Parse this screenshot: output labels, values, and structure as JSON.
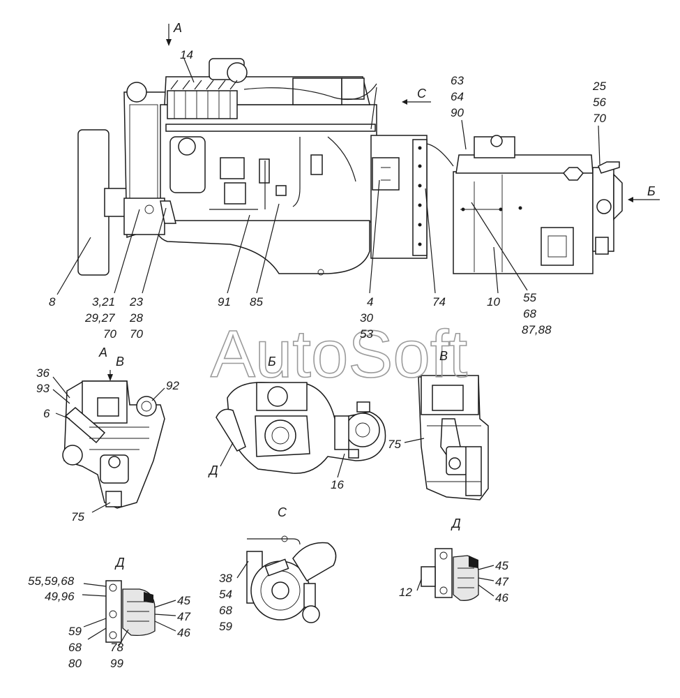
{
  "watermark": "AutoSoft",
  "views": {
    "A_top": "A",
    "C_top": "C",
    "B_top": "Б",
    "A_detail": "A",
    "V_detail_arrow": "B",
    "B_detail": "Б",
    "V_detail": "B",
    "D_in_B": "Д",
    "C_detail": "C",
    "D_left": "Д",
    "D_right": "Д"
  },
  "callouts": {
    "c14": "14",
    "c63": "63",
    "c64": "64",
    "c90": "90",
    "c25": "25",
    "c56": "56",
    "c70a": "70",
    "c8": "8",
    "c3_21": "3,21",
    "c29_27": "29,27",
    "c70b": "70",
    "c23": "23",
    "c28": "28",
    "c70c": "70",
    "c91": "91",
    "c85": "85",
    "c4": "4",
    "c30": "30",
    "c53": "53",
    "c74": "74",
    "c10": "10",
    "c55": "55",
    "c68a": "68",
    "c87_88": "87,88",
    "c36": "36",
    "c93": "93",
    "c6": "6",
    "c92": "92",
    "c75a": "75",
    "c16": "16",
    "c75b": "75",
    "c38": "38",
    "c54": "54",
    "c68b": "68",
    "c59a": "59",
    "c55_59_68": "55,59,68",
    "c49_96": "49,96",
    "c45a": "45",
    "c47a": "47",
    "c46a": "46",
    "c59b": "59",
    "c68c": "68",
    "c80": "80",
    "c78": "78",
    "c99": "99",
    "c45b": "45",
    "c47b": "47",
    "c46b": "46",
    "c12": "12"
  }
}
